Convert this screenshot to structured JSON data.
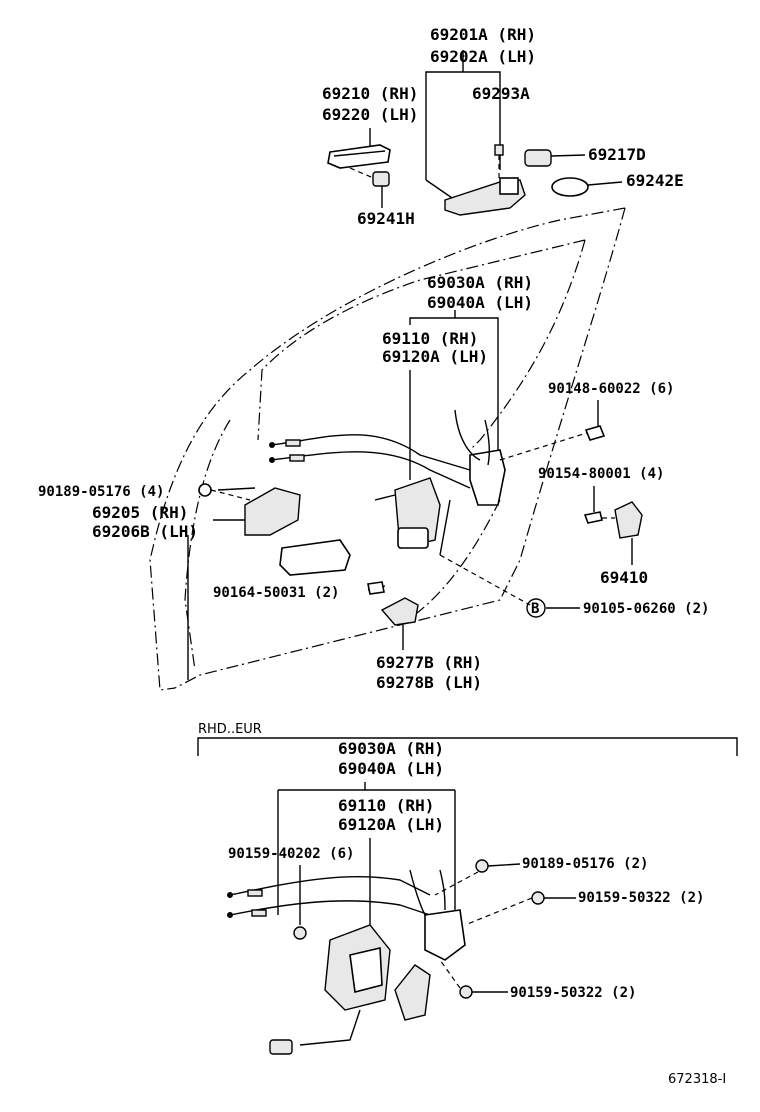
{
  "labels": {
    "p69201A": "69201A (RH)",
    "p69202A": "69202A (LH)",
    "p69210": "69210 (RH)",
    "p69220": "69220 (LH)",
    "p69293A": "69293A",
    "p69217D": "69217D",
    "p69242E": "69242E",
    "p69241H": "69241H",
    "p69030A_top": "69030A (RH)",
    "p69040A_top": "69040A (LH)",
    "p69110_top": "69110 (RH)",
    "p69120A_top": "69120A (LH)",
    "p90148": "90148-60022 (6)",
    "p90154": "90154-80001 (4)",
    "p69410": "69410",
    "p90189_top": "90189-05176 (4)",
    "p69205": "69205 (RH)",
    "p69206B": "69206B (LH)",
    "p90164": "90164-50031 (2)",
    "p90105": "90105-06260 (2)",
    "circleB": "B",
    "p69277B": "69277B (RH)",
    "p69278B": "69278B (LH)",
    "p69030A_bot": "69030A (RH)",
    "p69040A_bot": "69040A (LH)",
    "p69110_bot": "69110 (RH)",
    "p69120A_bot": "69120A (LH)",
    "p90159_40202": "90159-40202 (6)",
    "p90189_bot": "90189-05176 (2)",
    "p90159_50322a": "90159-50322 (2)",
    "p90159_50322b": "90159-50322 (2)"
  },
  "section": {
    "title": "RHD..EUR"
  },
  "ref_code": "672318-I"
}
